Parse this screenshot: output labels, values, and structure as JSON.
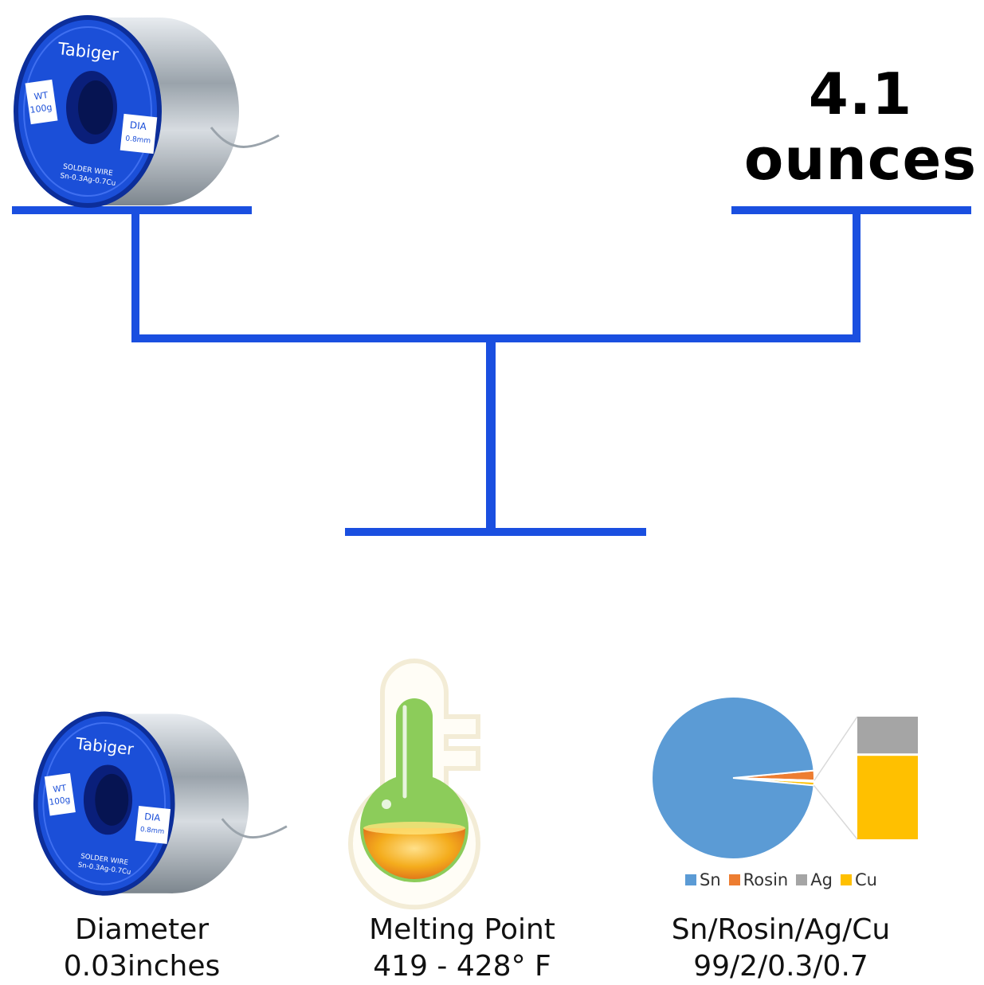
{
  "colors": {
    "beam": "#1a4fe0",
    "spool_blue": "#1b4fd8",
    "spool_dark": "#0c2e9a",
    "sn": "#5b9bd5",
    "rosin": "#ed7d31",
    "ag": "#a5a5a5",
    "cu": "#ffc000",
    "thermo_outline": "#f3ecd6",
    "thermo_green": "#8ccc5a",
    "thermo_orange": "#f2a900"
  },
  "spool_label": {
    "brand": "Tabiger",
    "wt_label": "WT",
    "wt_value": "100g",
    "dia_label": "DIA",
    "dia_value": "0.8mm",
    "line1": "SOLDER WIRE",
    "line2": "Sn-0.3Ag-0.7Cu"
  },
  "weight": {
    "value": "4.1",
    "unit": "ounces"
  },
  "features": [
    {
      "title": "Diameter",
      "value": "0.03inches",
      "icon": "solder-spool-icon"
    },
    {
      "title": "Melting Point",
      "value": "419 - 428° F",
      "icon": "thermometer-icon"
    },
    {
      "title": "Sn/Rosin/Ag/Cu",
      "value": "99/2/0.3/0.7",
      "icon": "pie-chart-icon"
    }
  ],
  "chart_data": {
    "type": "pie",
    "categories": [
      "Sn",
      "Rosin",
      "Ag",
      "Cu"
    ],
    "values": [
      99,
      2,
      0.3,
      0.7
    ],
    "legend": "bottom"
  }
}
